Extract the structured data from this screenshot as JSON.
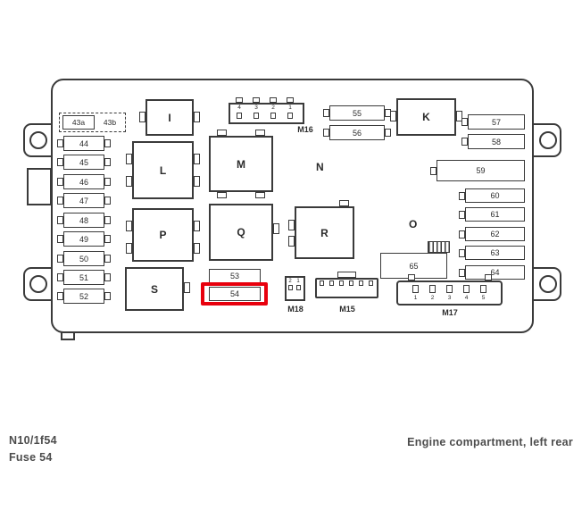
{
  "captions": {
    "component_ref": "N10/1f54",
    "fuse_ref": "Fuse 54",
    "location": "Engine compartment, left rear"
  },
  "colors": {
    "line": "#3a3a3a",
    "highlight": "#e8000d",
    "caption_text": "#4c4c4c"
  },
  "fuse_box": {
    "dashed_fuse_a": "43a",
    "dashed_fuse_b": "43b",
    "left_fuses": [
      "44",
      "45",
      "46",
      "47",
      "48",
      "49",
      "50",
      "51",
      "52"
    ],
    "top_fuses": [
      "55",
      "56"
    ],
    "right_fuses_upper": [
      "57",
      "58"
    ],
    "wide_fuse": "59",
    "right_fuses_lower": [
      "60",
      "61",
      "62",
      "63",
      "64"
    ],
    "block_65": "65",
    "fuse_53": "53",
    "fuse_54": "54",
    "relays": {
      "i": "I",
      "l": "L",
      "m": "M",
      "p": "P",
      "q": "Q",
      "r": "R",
      "s": "S",
      "k": "K"
    },
    "area_labels": {
      "n": "N",
      "o": "O"
    },
    "connectors": {
      "m16": {
        "label": "M16",
        "pins": [
          "4",
          "3",
          "2",
          "1"
        ]
      },
      "m18": {
        "label": "M18",
        "pins": [
          "2",
          "1"
        ]
      },
      "m15": {
        "label": "M15"
      },
      "m17": {
        "label": "M17",
        "pins": [
          "1",
          "2",
          "3",
          "4",
          "5"
        ]
      }
    }
  }
}
